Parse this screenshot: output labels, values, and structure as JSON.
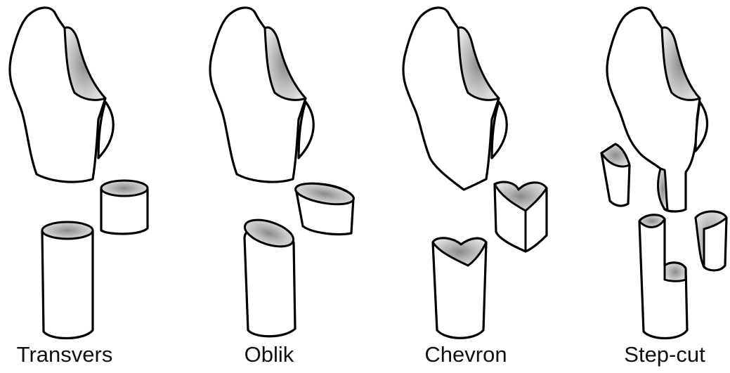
{
  "figure": {
    "panels": [
      {
        "label": "Transvers"
      },
      {
        "label": "Oblik"
      },
      {
        "label": "Chevron"
      },
      {
        "label": "Step-cut"
      }
    ]
  }
}
